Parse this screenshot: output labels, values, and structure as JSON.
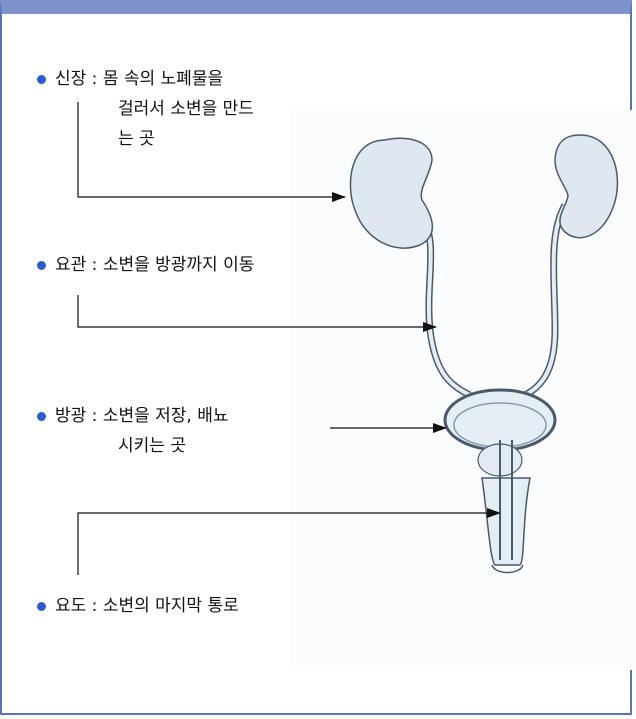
{
  "labels": {
    "kidney": {
      "line1": "신장 : 몸 속의 노폐물을",
      "line2": "걸러서 소변을 만드",
      "line3": "는 곳"
    },
    "ureter": {
      "line1": "요관 : 소변을 방광까지 이동"
    },
    "bladder": {
      "line1": "방광 : 소변을 저장, 배뇨",
      "line2": "시키는 곳"
    },
    "urethra": {
      "line1": "요도 : 소변의 마지막 통로"
    }
  },
  "colors": {
    "border": "#5b74b8",
    "header": "#7d93c9",
    "bullet": "#2a5bd0",
    "organ": "#dfe8f1",
    "organ_stroke": "#4a5a6a"
  }
}
